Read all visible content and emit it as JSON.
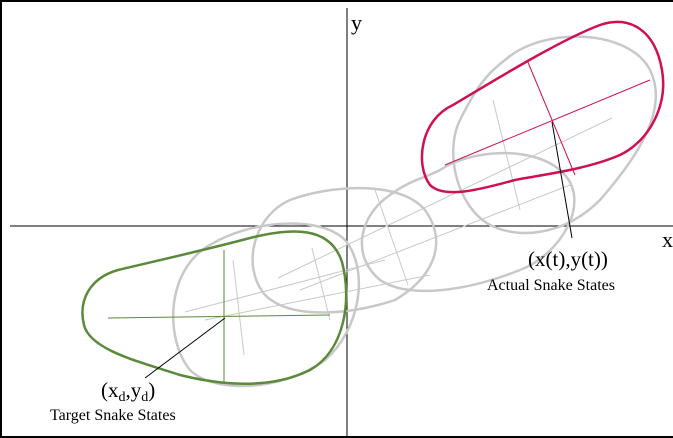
{
  "axes": {
    "x_label": "x",
    "y_label": "y"
  },
  "actual": {
    "coord_text": "(x(t),y(t))",
    "caption": "Actual Snake States",
    "color": "#d01050"
  },
  "target": {
    "coord_prefix": "(x",
    "coord_sub1": "d",
    "coord_mid": ",y",
    "coord_sub2": "d",
    "coord_suffix": ")",
    "caption": "Target Snake States",
    "color": "#5a8a3a"
  },
  "ghost_color": "#c8c8c8"
}
